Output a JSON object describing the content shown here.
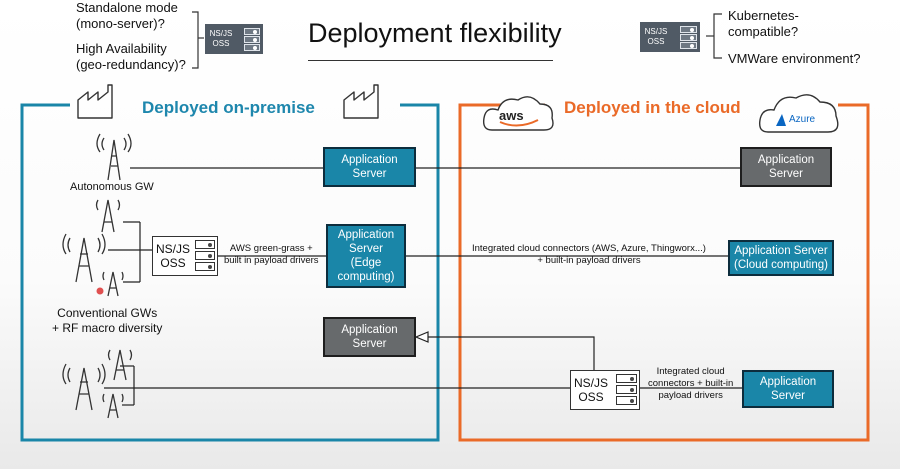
{
  "title": "Deployment flexibility",
  "top_left": {
    "q1_line1": "Standalone mode",
    "q1_line2": "(mono-server)?",
    "q2_line1": "High Availability",
    "q2_line2": "(geo-redundancy)?",
    "server_label_line1": "NS/JS",
    "server_label_line2": "OSS"
  },
  "top_right": {
    "server_label_line1": "NS/JS",
    "server_label_line2": "OSS",
    "q1_line1": "Kubernetes-",
    "q1_line2": "compatible?",
    "q2": "VMWare environment?"
  },
  "onprem": {
    "title": "Deployed on-premise",
    "autonomous_gw_label": "Autonomous GW",
    "conventional_gw_line1": "Conventional GWs",
    "conventional_gw_line2": "+ RF macro diversity",
    "app_server_1": {
      "line1": "Application",
      "line2": "Server"
    },
    "app_server_edge": {
      "line1": "Application",
      "line2": "Server",
      "line3": "(Edge",
      "line4": "computing)"
    },
    "app_server_gray": {
      "line1": "Application",
      "line2": "Server"
    },
    "nsjs_line1": "NS/JS",
    "nsjs_line2": "OSS",
    "aws_note_line1": "AWS green-grass +",
    "aws_note_line2": "built in payload drivers"
  },
  "cloud": {
    "title": "Deployed in the cloud",
    "aws_logo": "aws",
    "azure_logo": "Azure",
    "app_server_gray": {
      "line1": "Application",
      "line2": "Server"
    },
    "app_server_cloud": {
      "line1": "Application Server",
      "line2": "(Cloud computing)"
    },
    "connectors_line1": "Integrated cloud connectors (AWS, Azure, Thingworx...)",
    "connectors_line2": "+ built-in payload drivers",
    "nsjs_line1": "NS/JS",
    "nsjs_line2": "OSS",
    "integrated_line1": "Integrated cloud",
    "integrated_line2": "connectors + built-in",
    "integrated_line3": "payload drivers",
    "app_server_bottom": {
      "line1": "Application",
      "line2": "Server"
    }
  },
  "colors": {
    "teal": "#1a86a8",
    "orange": "#ea6a28",
    "gray_box": "#676a6c",
    "onprem_title": "#1e87ad",
    "cloud_title": "#ea6a28"
  },
  "icons": [
    "factory-icon",
    "antenna-icon",
    "server-icon",
    "cloud-icon"
  ]
}
